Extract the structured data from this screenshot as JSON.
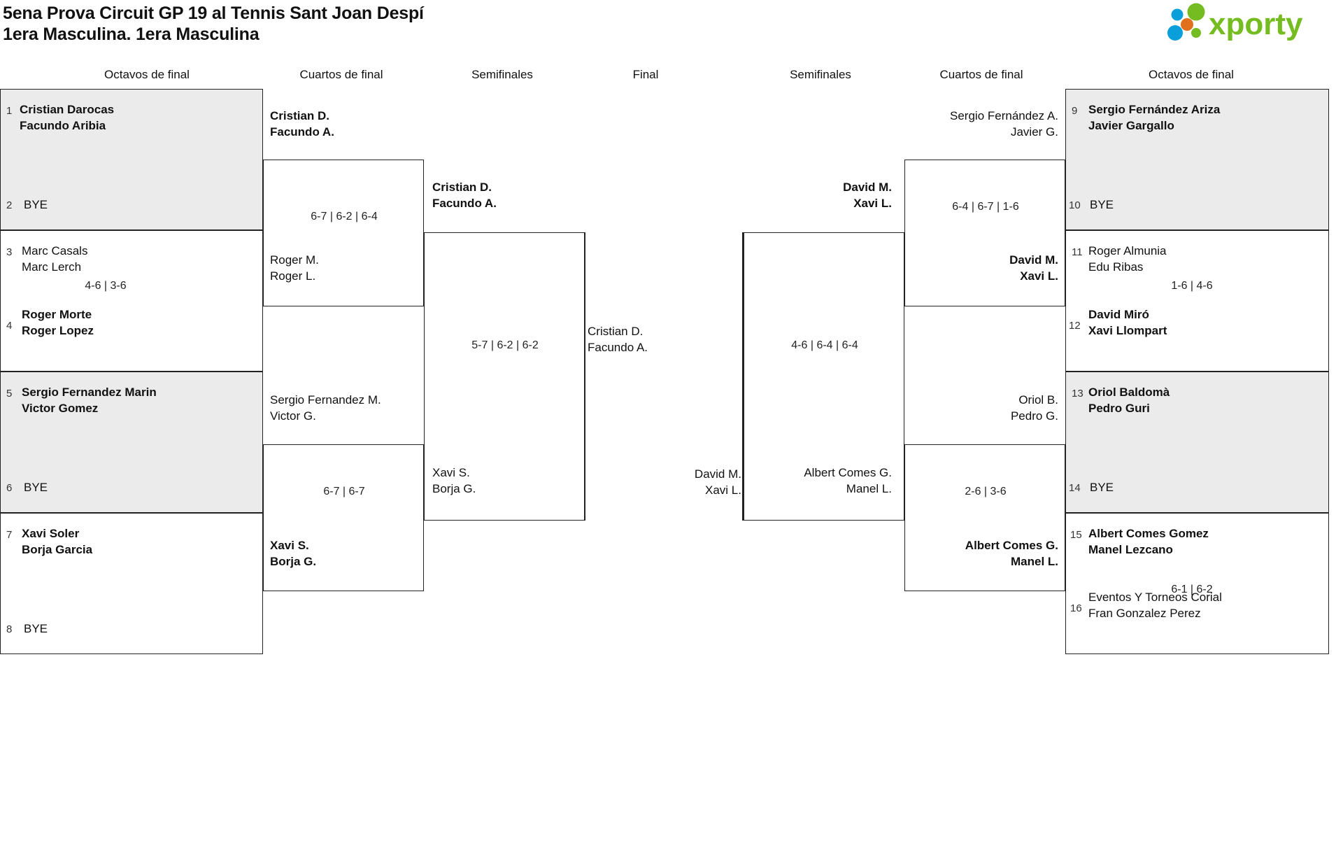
{
  "header": {
    "title_line1": "5ena Prova Circuit GP 19 al Tennis Sant Joan Despí",
    "title_line2": "1era Masculina. 1era Masculina",
    "logo_text": "xporty",
    "logo_colors": {
      "green": "#74bc1f",
      "blue": "#0a9fda",
      "orange": "#e2711d"
    }
  },
  "round_headers": {
    "left_r16": "Octavos de final",
    "left_qf": "Cuartos de final",
    "left_sf": "Semifinales",
    "final": "Final",
    "right_sf": "Semifinales",
    "right_qf": "Cuartos de final",
    "right_r16": "Octavos de final"
  },
  "bye_label": "BYE",
  "left": {
    "r16": [
      {
        "seed_top": "1",
        "seed_bottom": "2",
        "top": {
          "p1": "Cristian Darocas",
          "p2": "Facundo Aribia",
          "winner": true
        },
        "bottom": {
          "p1": "BYE",
          "p2": "",
          "winner": false
        },
        "score": "",
        "shaded": true
      },
      {
        "seed_top": "3",
        "seed_bottom": "4",
        "top": {
          "p1": "Marc Casals",
          "p2": "Marc Lerch",
          "winner": false
        },
        "bottom": {
          "p1": "Roger Morte",
          "p2": "Roger Lopez",
          "winner": true
        },
        "score": "4-6 | 3-6",
        "shaded": false
      },
      {
        "seed_top": "5",
        "seed_bottom": "6",
        "top": {
          "p1": "Sergio Fernandez Marin",
          "p2": "Victor Gomez",
          "winner": true
        },
        "bottom": {
          "p1": "BYE",
          "p2": "",
          "winner": false
        },
        "score": "",
        "shaded": true
      },
      {
        "seed_top": "7",
        "seed_bottom": "8",
        "top": {
          "p1": "Xavi Soler",
          "p2": "Borja Garcia",
          "winner": true
        },
        "bottom": {
          "p1": "BYE",
          "p2": "",
          "winner": false
        },
        "score": "",
        "shaded": false
      }
    ],
    "qf": [
      {
        "top": {
          "p1": "Cristian D.",
          "p2": "Facundo A.",
          "winner": true
        },
        "bottom": {
          "p1": "Roger M.",
          "p2": "Roger L.",
          "winner": false
        },
        "score": "6-7 | 6-2 | 6-4"
      },
      {
        "top": {
          "p1": "Sergio Fernandez M.",
          "p2": "Victor G.",
          "winner": false
        },
        "bottom": {
          "p1": "Xavi S.",
          "p2": "Borja G.",
          "winner": true
        },
        "score": "6-7 | 6-7"
      }
    ],
    "sf": [
      {
        "top": {
          "p1": "Cristian D.",
          "p2": "Facundo A.",
          "winner": true
        },
        "bottom": {
          "p1": "Xavi S.",
          "p2": "Borja G.",
          "winner": false
        },
        "score": "5-7 | 6-2 | 6-2"
      }
    ]
  },
  "final": {
    "left_entrant": {
      "p1": "Cristian D.",
      "p2": "Facundo A.",
      "winner": false
    },
    "right_entrant": {
      "p1": "David M.",
      "p2": "Xavi L.",
      "winner": false
    },
    "score": ""
  },
  "right": {
    "r16": [
      {
        "seed_top": "9",
        "seed_bottom": "10",
        "top": {
          "p1": "Sergio Fernández Ariza",
          "p2": "Javier Gargallo",
          "winner": true
        },
        "bottom": {
          "p1": "BYE",
          "p2": "",
          "winner": false
        },
        "score": "",
        "shaded": true
      },
      {
        "seed_top": "11",
        "seed_bottom": "12",
        "top": {
          "p1": "Roger Almunia",
          "p2": "Edu Ribas",
          "winner": false
        },
        "bottom": {
          "p1": "David Miró",
          "p2": "Xavi Llompart",
          "winner": true
        },
        "score": "1-6 | 4-6",
        "shaded": false
      },
      {
        "seed_top": "13",
        "seed_bottom": "14",
        "top": {
          "p1": "Oriol Baldomà",
          "p2": "Pedro Guri",
          "winner": true
        },
        "bottom": {
          "p1": "BYE",
          "p2": "",
          "winner": false
        },
        "score": "",
        "shaded": true
      },
      {
        "seed_top": "15",
        "seed_bottom": "16",
        "top": {
          "p1": "Albert Comes Gomez",
          "p2": "Manel Lezcano",
          "winner": true
        },
        "bottom": {
          "p1": "Eventos Y Torneos Corial",
          "p2": "Fran Gonzalez Perez",
          "winner": false
        },
        "score": "6-1 | 6-2",
        "shaded": false
      }
    ],
    "qf": [
      {
        "top": {
          "p1": "Sergio Fernández A.",
          "p2": "Javier G.",
          "winner": false
        },
        "bottom": {
          "p1": "David M.",
          "p2": "Xavi L.",
          "winner": true
        },
        "score": "6-4 | 6-7 | 1-6"
      },
      {
        "top": {
          "p1": "Oriol B.",
          "p2": "Pedro G.",
          "winner": false
        },
        "bottom": {
          "p1": "Albert Comes G.",
          "p2": "Manel L.",
          "winner": true
        },
        "score": "2-6 | 3-6"
      }
    ],
    "sf": [
      {
        "top": {
          "p1": "David M.",
          "p2": "Xavi L.",
          "winner": true
        },
        "bottom": {
          "p1": "Albert Comes G.",
          "p2": "Manel L.",
          "winner": false
        },
        "score": "4-6 | 6-4 | 6-4"
      }
    ]
  }
}
